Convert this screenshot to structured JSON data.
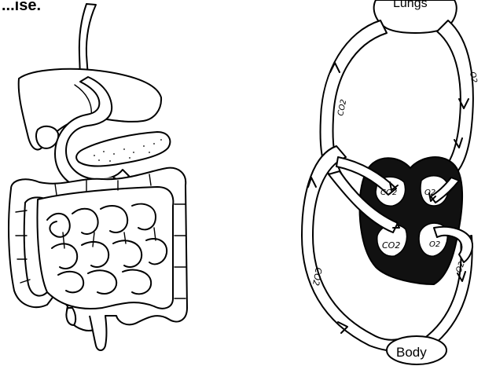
{
  "header_fragment": "...ise.",
  "circulation": {
    "top_label": "Lungs",
    "bottom_label": "Body",
    "gas_labels": {
      "lung_left_vessel": "CO2",
      "lung_right_vessel": "O2",
      "heart_upper_left": "CO2",
      "heart_upper_right": "O2",
      "heart_lower_left": "CO2",
      "heart_lower_right": "O2",
      "body_left_vessel": "CO2",
      "body_right_vessel": "O2"
    }
  }
}
